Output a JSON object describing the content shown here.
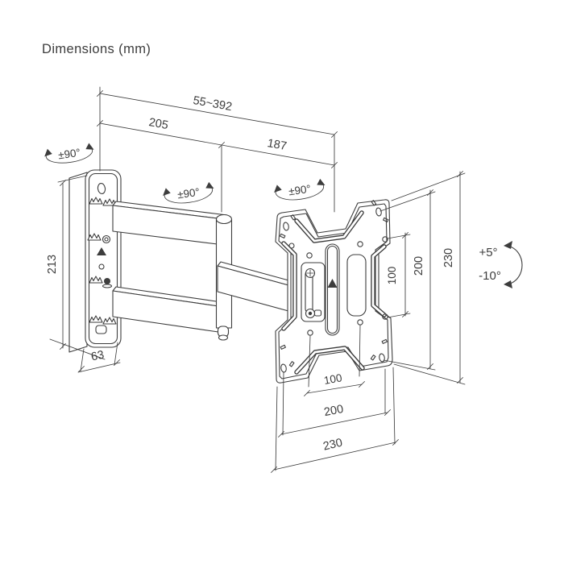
{
  "title": "Dimensions (mm)",
  "colors": {
    "line": "#3d3d3d",
    "background": "#ffffff"
  },
  "dimensions": {
    "extension_range": "55~392",
    "arm_front_section": "205",
    "arm_rear_section": "187",
    "wall_plate_height": "213",
    "wall_plate_width": "63",
    "vesa_height_100": "100",
    "vesa_height_200": "200",
    "plate_height": "230",
    "vesa_width_100": "100",
    "vesa_width_200": "200",
    "plate_width": "230"
  },
  "rotation": {
    "wall_joint": "±90°",
    "elbow_joint": "±90°",
    "plate_joint": "±90°"
  },
  "tilt": {
    "up": "+5°",
    "down": "-10°"
  }
}
